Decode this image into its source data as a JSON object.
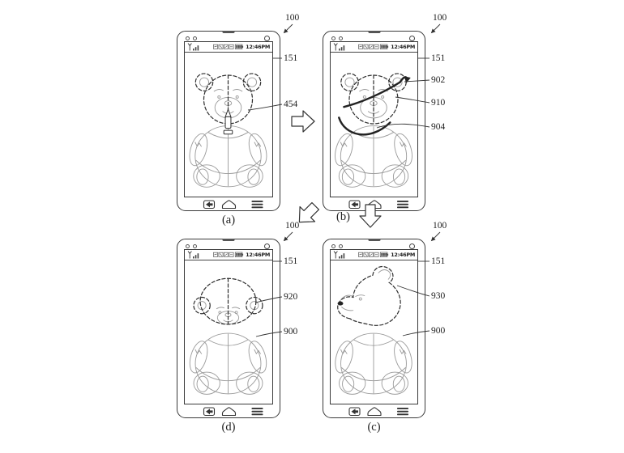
{
  "figure": {
    "type": "patent-figure-four-phone-states",
    "colors": {
      "background": "#ffffff",
      "line": "#333333",
      "art": "#9b9b9b"
    }
  },
  "status_bar": {
    "time": "12:46PM"
  },
  "phones": {
    "a": {
      "caption": "(a)"
    },
    "b": {
      "caption": "(b)"
    },
    "c": {
      "caption": "(c)"
    },
    "d": {
      "caption": "(d)"
    }
  },
  "annotations": {
    "a": {
      "ref100": "100",
      "ref151": "151",
      "ref454": "454"
    },
    "b": {
      "ref100": "100",
      "ref151": "151",
      "ref902": "902",
      "ref910": "910",
      "ref904": "904"
    },
    "d": {
      "ref100": "100",
      "ref151": "151",
      "ref920": "920",
      "ref900": "900"
    },
    "c": {
      "ref100": "100",
      "ref151": "151",
      "ref930": "930",
      "ref900": "900"
    }
  }
}
